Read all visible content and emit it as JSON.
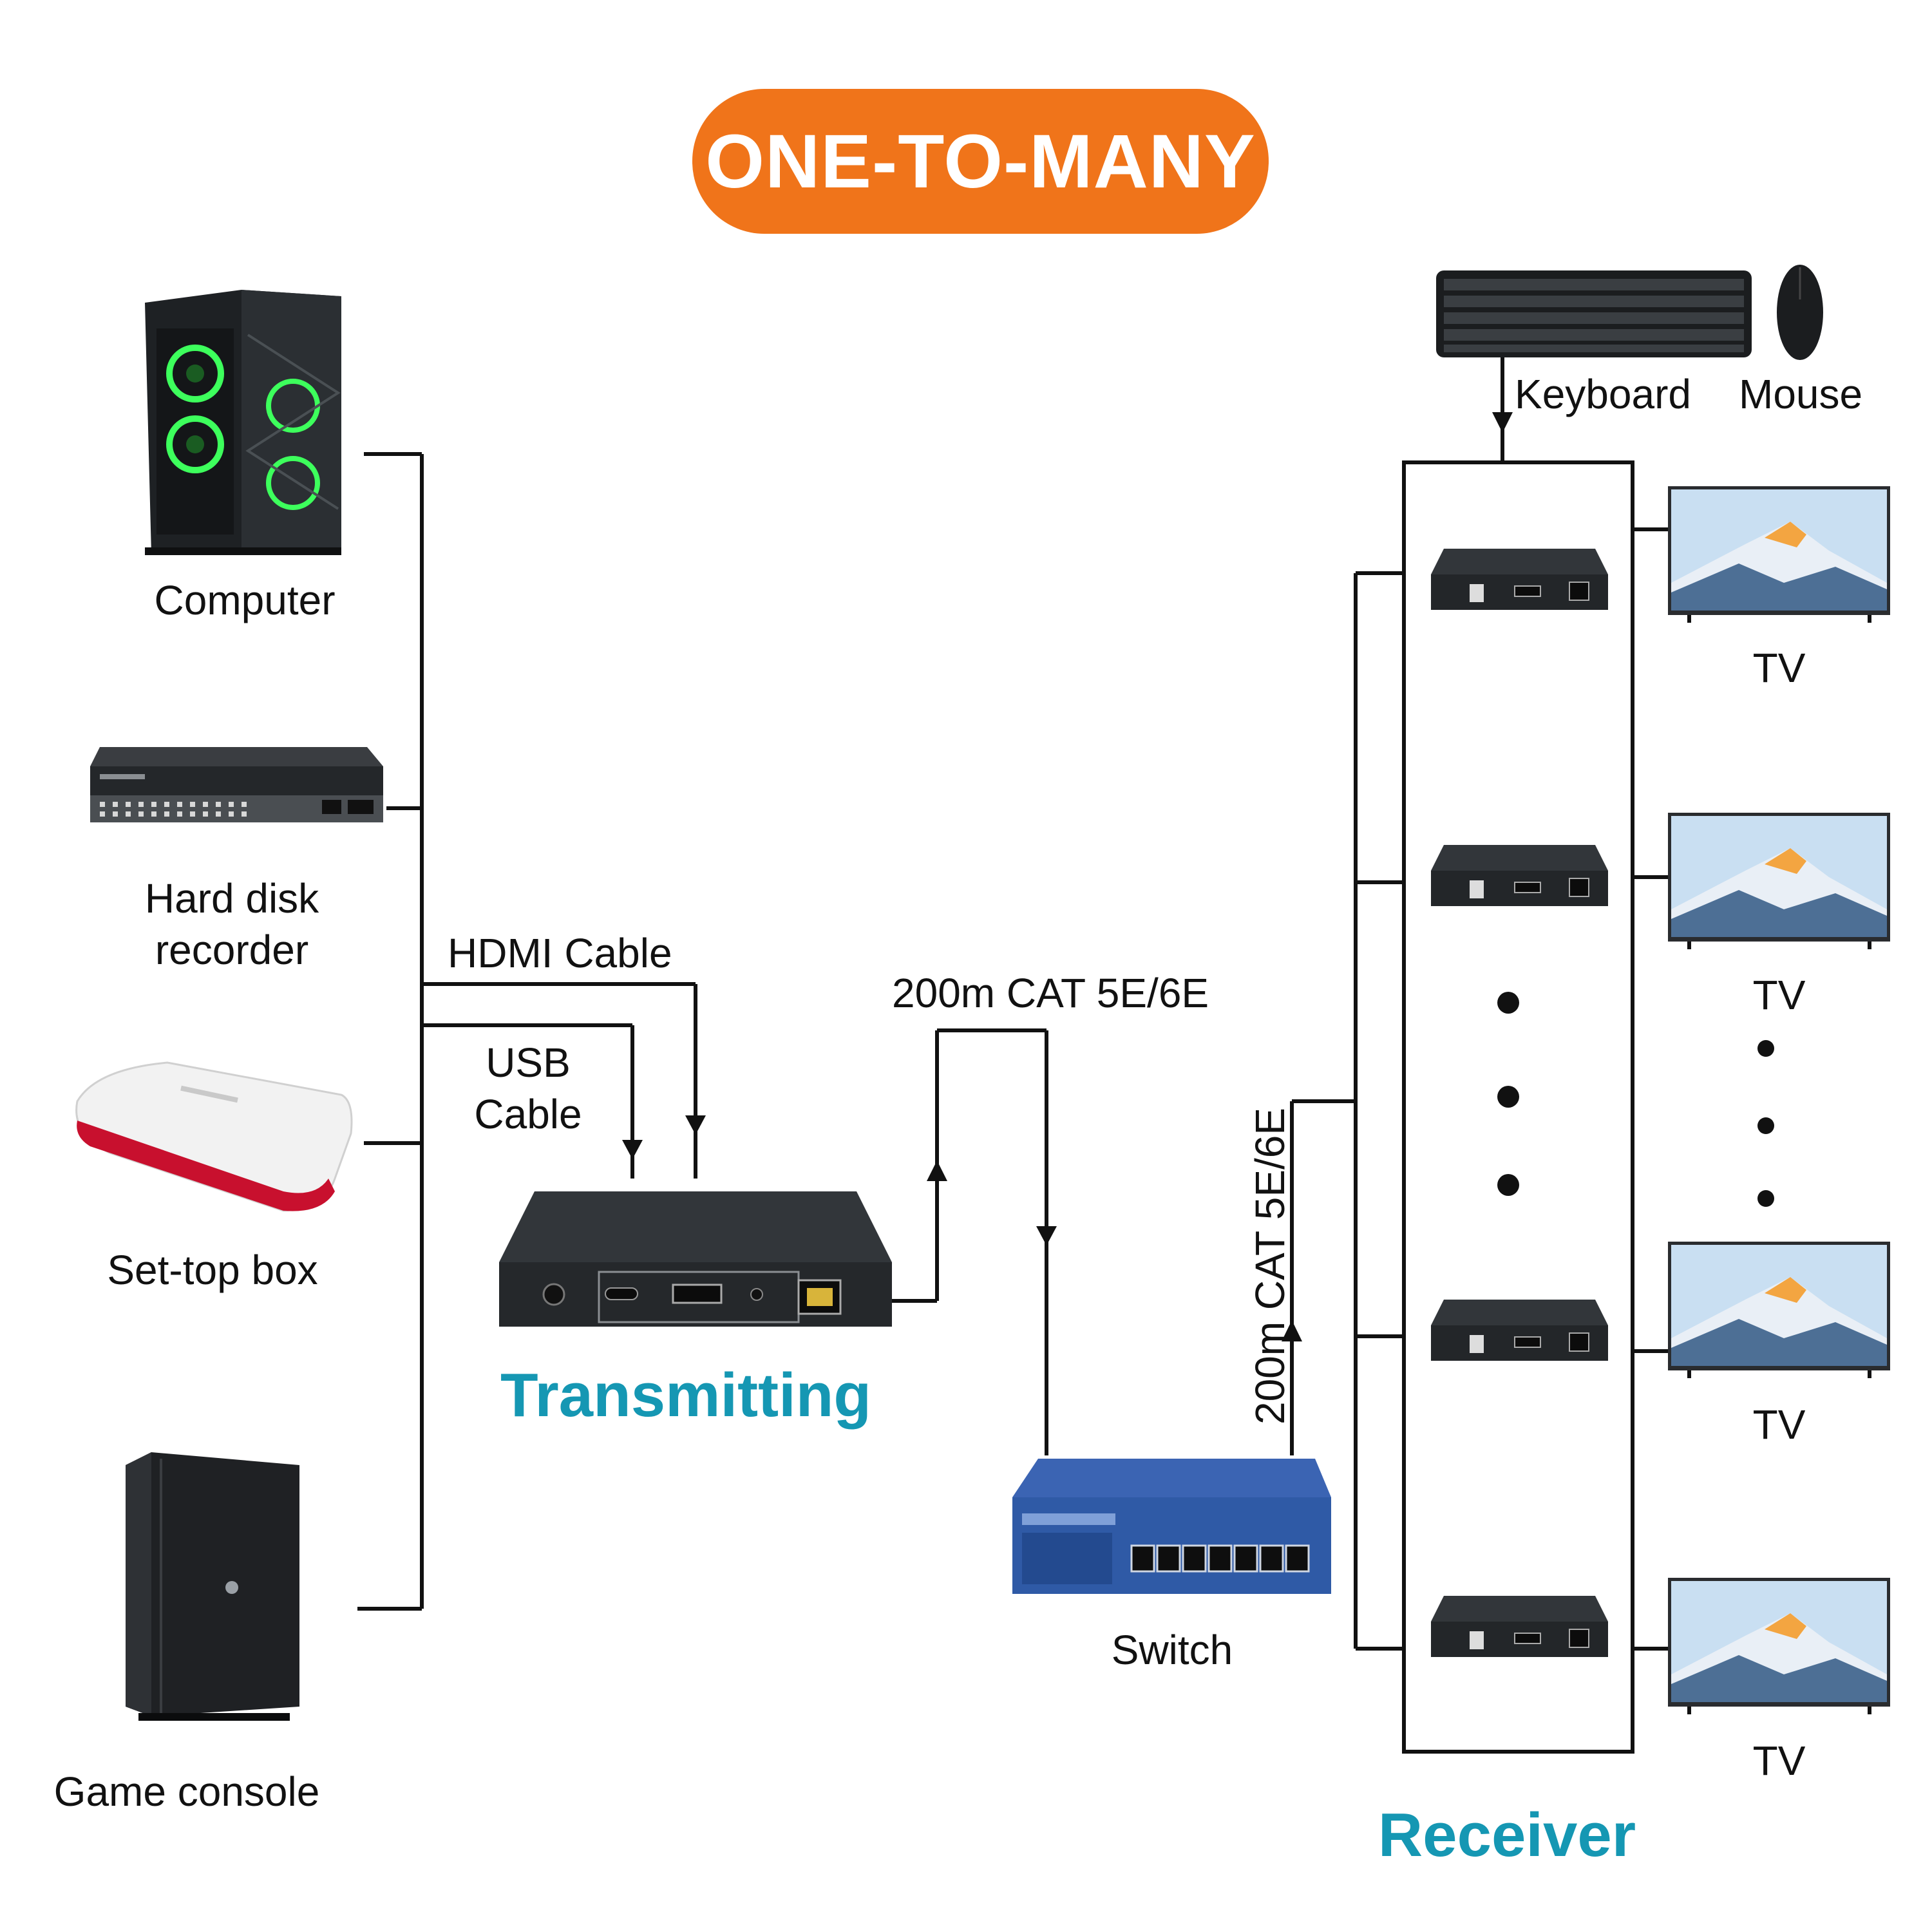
{
  "header": {
    "title": "ONE-TO-MANY"
  },
  "sources": {
    "computer": "Computer",
    "dvr_line1": "Hard disk",
    "dvr_line2": "recorder",
    "settop": "Set-top box",
    "console": "Game console"
  },
  "cables": {
    "hdmi": "HDMI Cable",
    "usb_line1": "USB",
    "usb_line2": "Cable",
    "cat_top": "200m CAT 5E/6E",
    "cat_vertical": "200m CAT 5E/6E"
  },
  "devices": {
    "transmitter": "Transmitting",
    "switch": "Switch",
    "receiver": "Receiver",
    "keyboard": "Keyboard",
    "mouse": "Mouse"
  },
  "tvs": [
    "TV",
    "TV",
    "TV",
    "TV"
  ],
  "colors": {
    "accent": "#f0741a",
    "teal": "#1597b3",
    "switch_blue": "#2f5aa6"
  }
}
